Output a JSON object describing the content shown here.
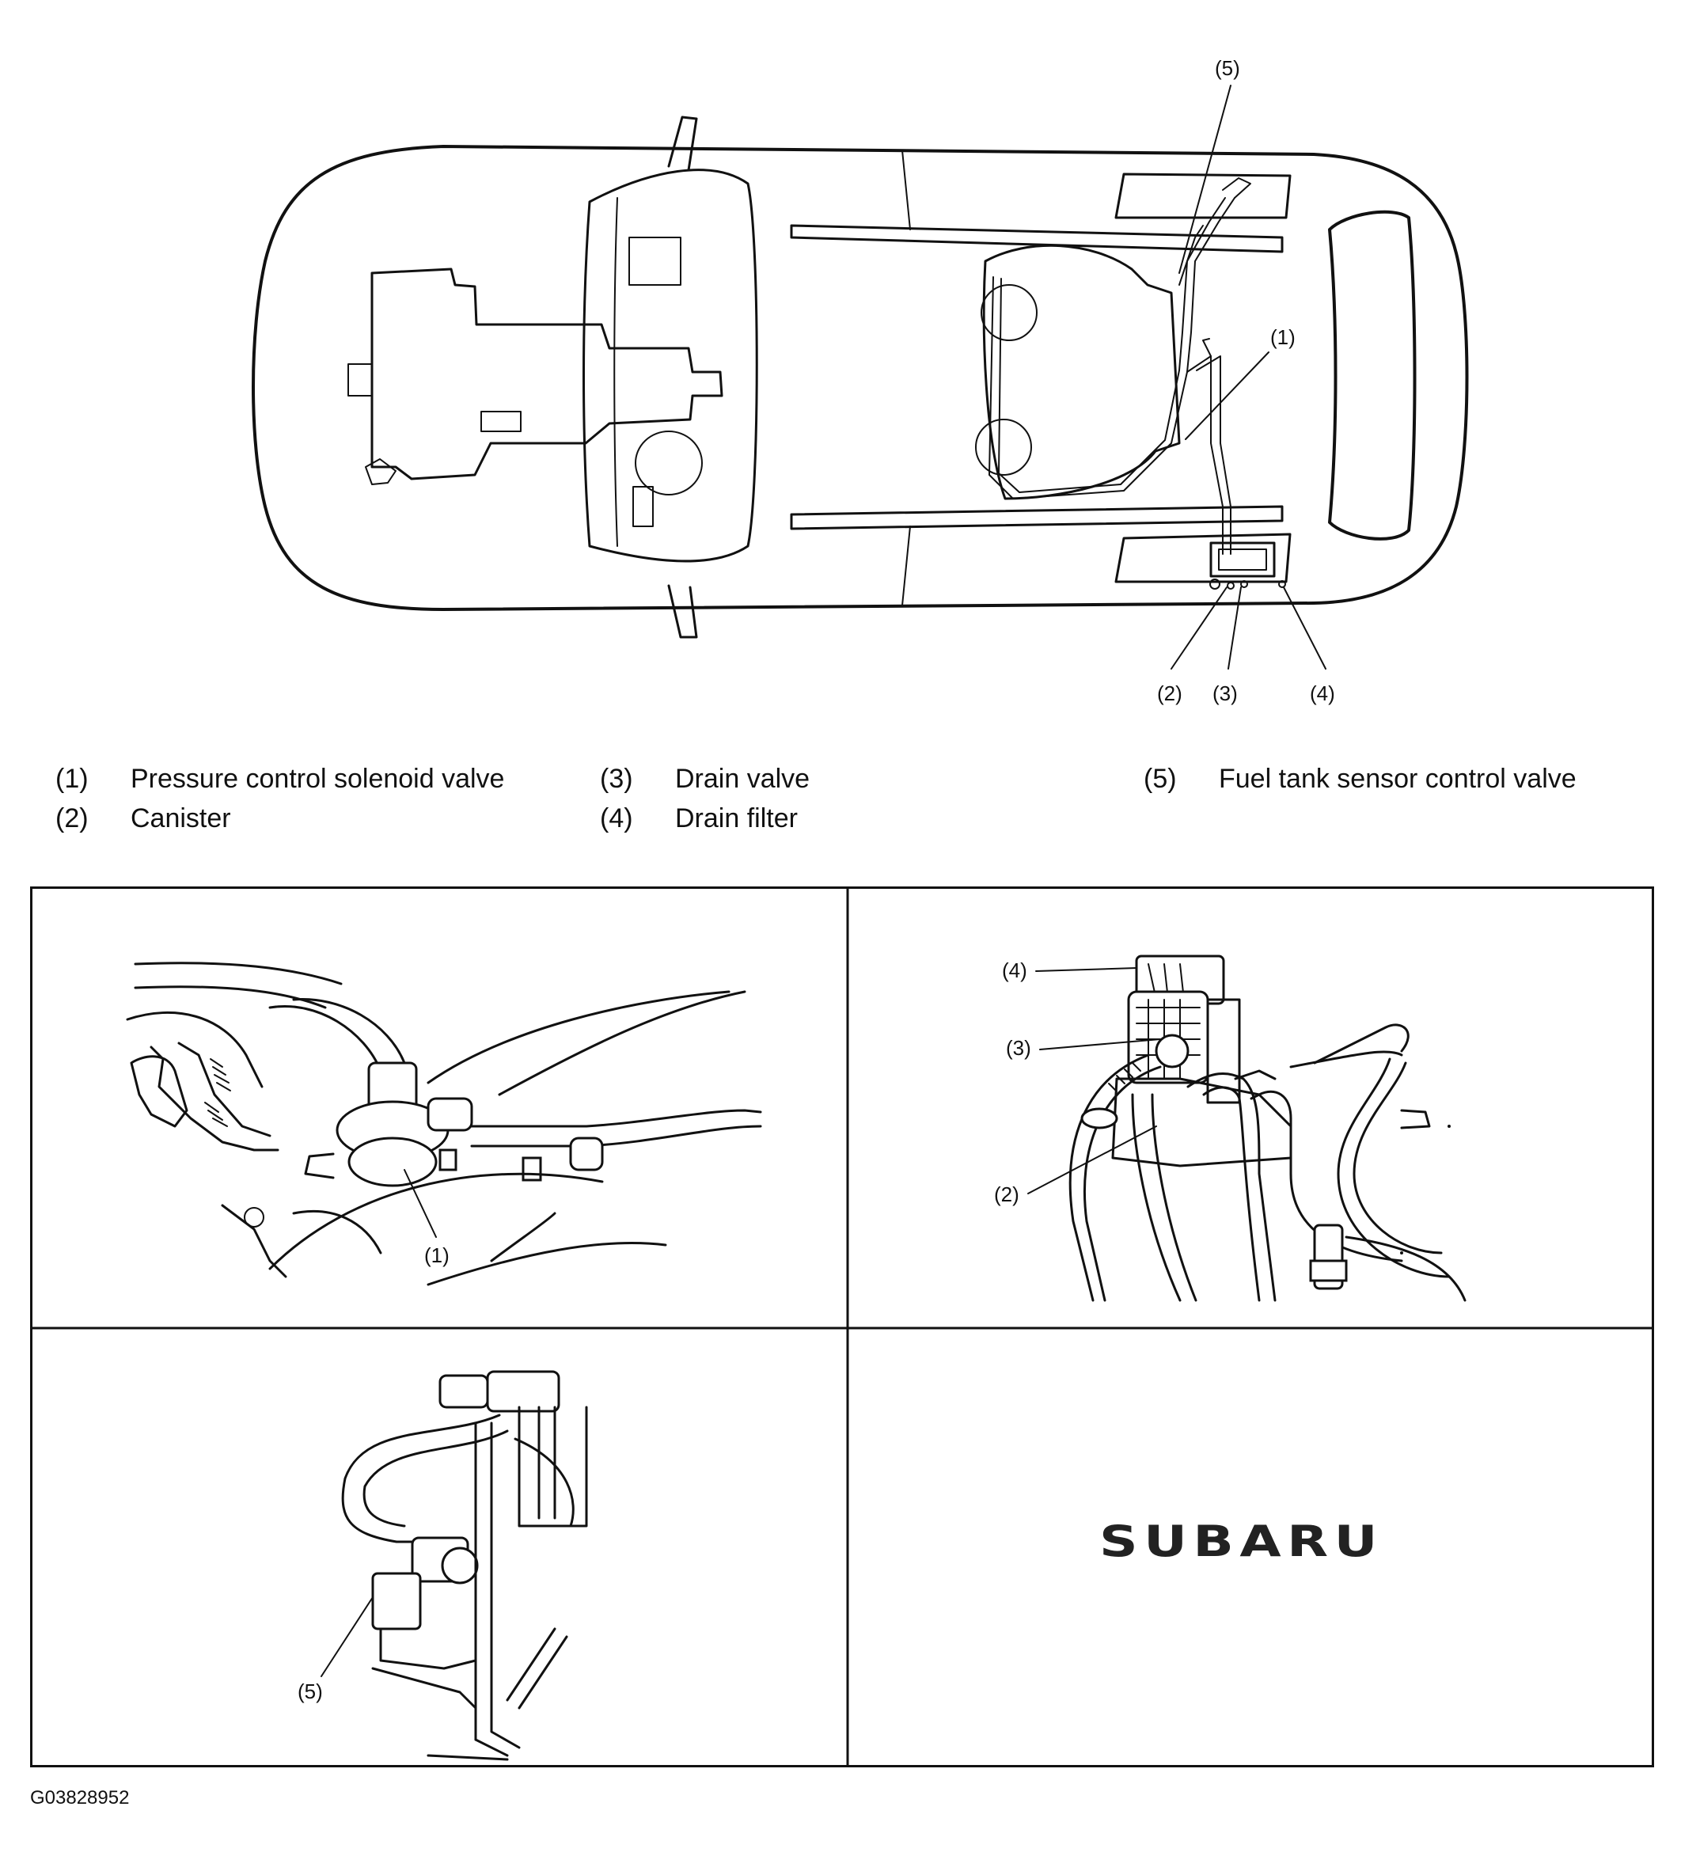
{
  "overview": {
    "callouts": {
      "c1": "(1)",
      "c2": "(2)",
      "c3": "(3)",
      "c4": "(4)",
      "c5": "(5)"
    }
  },
  "legend": [
    {
      "num": "(1)",
      "label": "Pressure control solenoid valve"
    },
    {
      "num": "(2)",
      "label": "Canister"
    },
    {
      "num": "(3)",
      "label": "Drain valve"
    },
    {
      "num": "(4)",
      "label": "Drain filter"
    },
    {
      "num": "(5)",
      "label": "Fuel tank sensor control valve"
    }
  ],
  "details": {
    "solenoid_callout": "(1)",
    "canister_callouts": {
      "c4": "(4)",
      "c3": "(3)",
      "c2": "(2)"
    },
    "sensor_callout": "(5)",
    "logo_text": "SUBARU"
  },
  "figure_id": "G03828952"
}
